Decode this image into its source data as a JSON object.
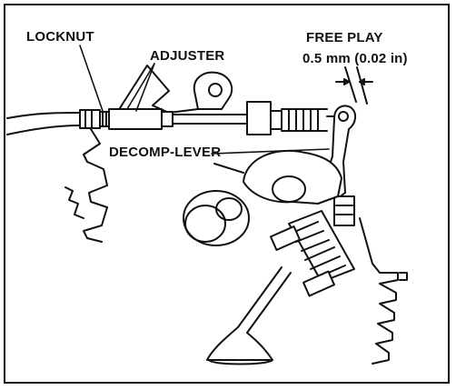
{
  "callouts": {
    "locknut": "LOCKNUT",
    "adjuster": "ADJUSTER",
    "free_play_title": "FREE PLAY",
    "free_play_value": "0.5 mm (0.02 in)",
    "decomp_lever": "DECOMP-LEVER"
  },
  "colors": {
    "ink": "#111111",
    "background": "#ffffff"
  }
}
